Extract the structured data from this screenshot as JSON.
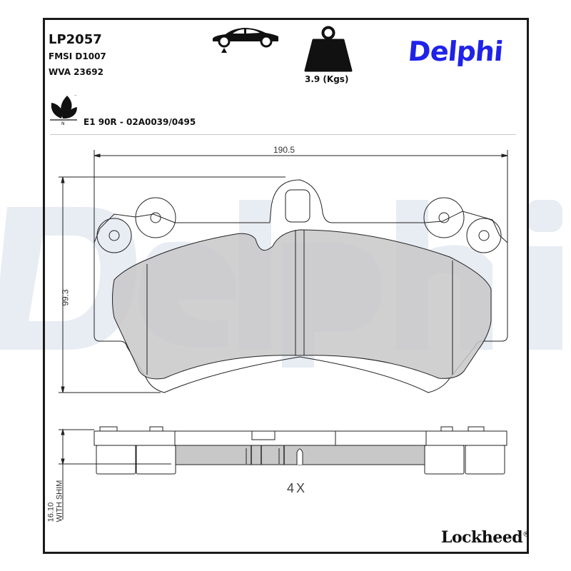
{
  "header": {
    "part_number": "LP2057",
    "fmsi": "FMSI D1007",
    "wva": "WVA 23692",
    "position_icon": "car-front-axle-icon",
    "weight_icon": "weight-icon",
    "weight": "3.9 (Kgs)",
    "brand": "Delphi",
    "eco_icon": "leaf-n-icon",
    "ece_approval": "E1 90R - 02A0039/0495"
  },
  "drawing": {
    "width_dimension": "190.5",
    "height_dimension": "99.3",
    "thickness_dimension": "16.10",
    "thickness_note": "WITH SHIM",
    "quantity": "4X"
  },
  "footer": {
    "manufacturer": "Lockheed",
    "registered_mark": "®"
  },
  "colors": {
    "brand_blue": "#1f23e8",
    "friction_gray": "#c8c8c8",
    "watermark": "#e8ecf3",
    "frame": "#1a1a1a"
  }
}
